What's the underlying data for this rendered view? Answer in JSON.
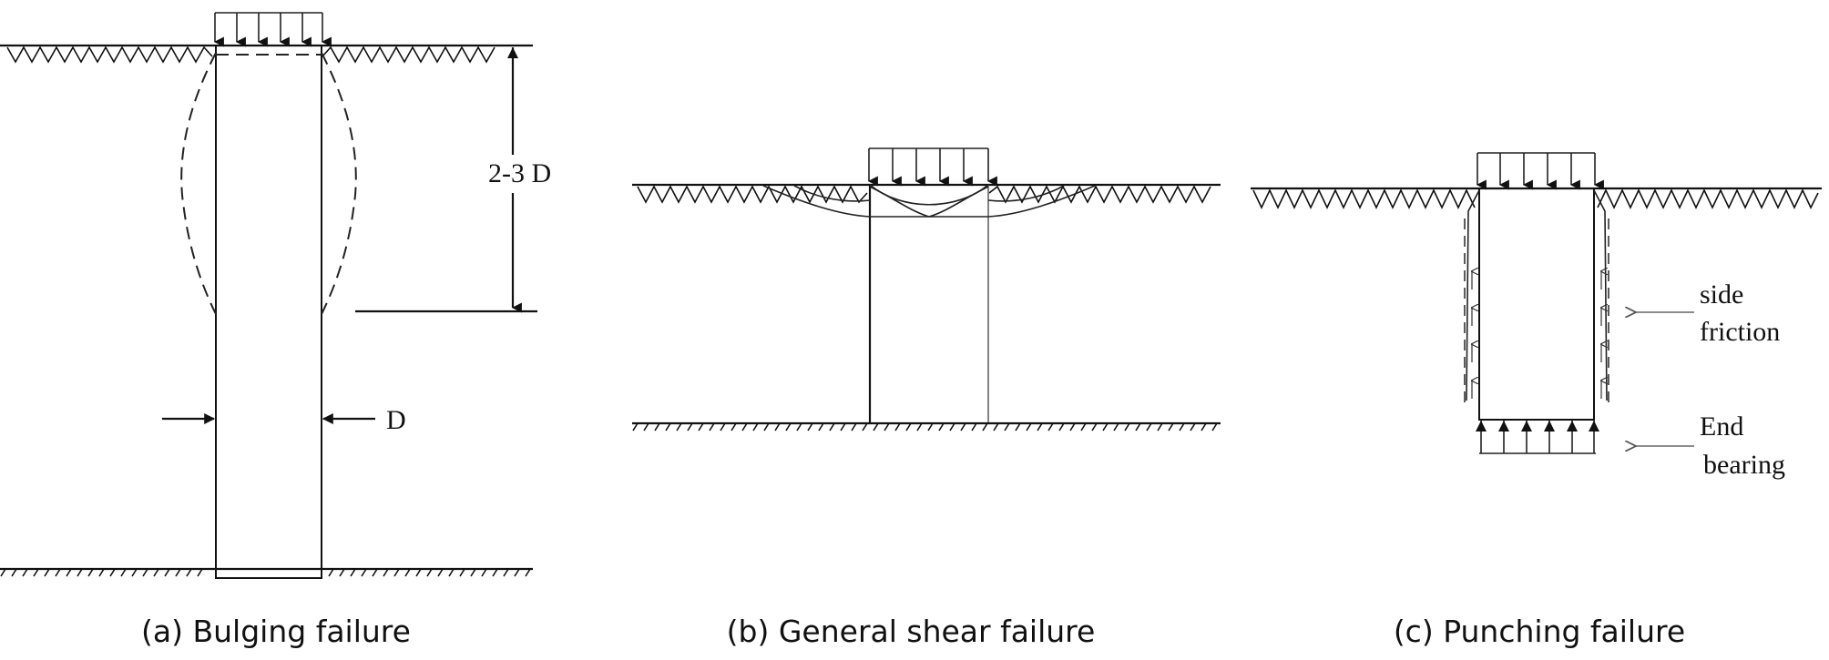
{
  "figure": {
    "panels": [
      {
        "caption": "(a) Bulging failure",
        "depth_label": "2-3 D",
        "diameter_label": "D"
      },
      {
        "caption": "(b) General shear failure"
      },
      {
        "caption": "(c) Punching failure",
        "side_friction_label_line1": "side",
        "side_friction_label_line2": "friction",
        "end_bearing_label_line1": "End",
        "end_bearing_label_line2": "bearing"
      }
    ]
  }
}
